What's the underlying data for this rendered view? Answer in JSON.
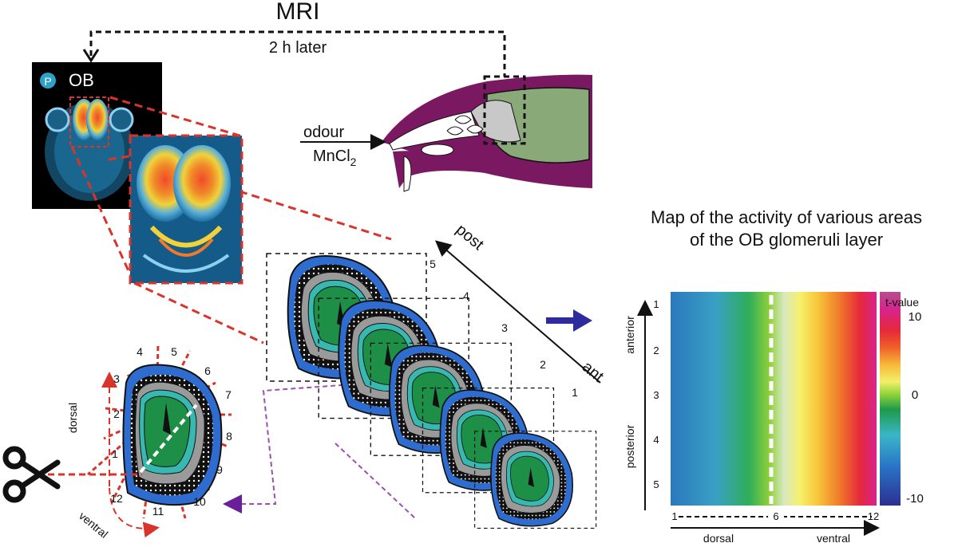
{
  "top": {
    "title": "MRI",
    "delay": "2 h later"
  },
  "mri_panel": {
    "badge": "P",
    "label": "OB"
  },
  "skull": {
    "input_label": "odour",
    "agent_label": "MnCl",
    "agent_subscript": "2"
  },
  "slice_diagram": {
    "sector_numbers": [
      "1",
      "2",
      "3",
      "4",
      "5",
      "6",
      "7",
      "8",
      "9",
      "10",
      "11",
      "12"
    ],
    "dorsal_label": "dorsal",
    "ventral_label": "ventral"
  },
  "stack": {
    "slice_numbers": [
      "1",
      "2",
      "3",
      "4",
      "5"
    ],
    "post_label": "post",
    "ant_label": "ant"
  },
  "map": {
    "title_line1": "Map of the activity of various areas",
    "title_line2": "of the OB glomeruli layer",
    "y_ticks": [
      "1",
      "2",
      "3",
      "4",
      "5"
    ],
    "x_ticks": [
      "1",
      "6",
      "12"
    ],
    "anterior_label": "anterior",
    "posterior_label": "posterior",
    "dorsal_label": "dorsal",
    "ventral_label": "ventral",
    "colorbar_title": "t-value",
    "colorbar_ticks": [
      "10",
      "0",
      "-10"
    ]
  },
  "colors": {
    "dashed_red": "#d9342b",
    "dashed_purple": "#9b4fb0",
    "skull_purple": "#7a1862",
    "brain_green": "#8aa978",
    "bulb_gray": "#c8c8c8",
    "slice_blue": "#2f6ccf",
    "slice_gray": "#9a9a9a",
    "slice_teal": "#37b8b0",
    "slice_green": "#1e8f47",
    "arrow_blue": "#2e2b9e"
  },
  "icons": [
    "scissors-icon",
    "right-arrow-icon"
  ]
}
